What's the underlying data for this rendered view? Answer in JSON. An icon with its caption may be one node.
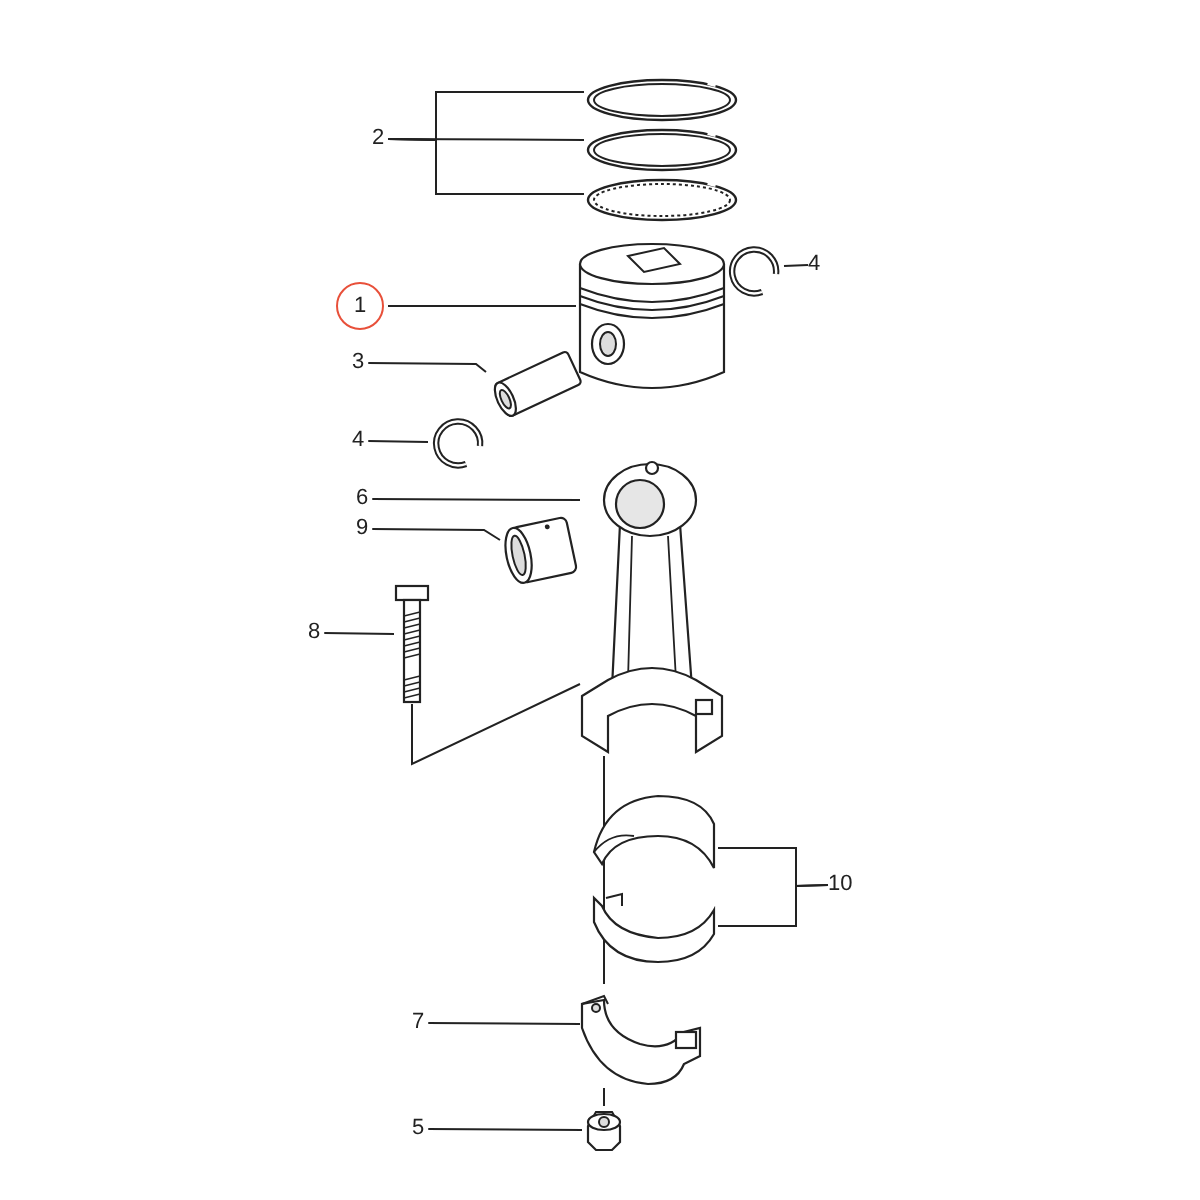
{
  "diagram": {
    "nodes": [
      {
        "text": [
          "2"
        ]
      },
      {
        "text": [],
        "shape": "picture"
      },
      {
        "text": [],
        "shape": "picture"
      },
      {
        "text": [],
        "shape": "picture"
      },
      {
        "text": [
          "4"
        ]
      },
      {
        "text": [],
        "shape": "picture"
      },
      {
        "text": [
          "1"
        ]
      },
      {
        "text": [],
        "shape": "picture"
      },
      {
        "text": [
          "3"
        ]
      },
      {
        "text": [],
        "shape": "picture"
      },
      {
        "text": [
          "4"
        ]
      },
      {
        "text": [],
        "shape": "picture"
      },
      {
        "text": [
          "6"
        ]
      },
      {
        "text": [],
        "shape": "picture"
      },
      {
        "text": [
          "9"
        ]
      },
      {
        "text": [],
        "shape": "picture"
      },
      {
        "text": [
          "8"
        ]
      },
      {
        "text": [],
        "shape": "picture"
      },
      {
        "text": [],
        "shape": "picture"
      },
      {
        "text": [],
        "shape": "picture"
      },
      {
        "text": [
          "10"
        ]
      },
      {
        "text": [
          "7"
        ]
      },
      {
        "text": [],
        "shape": "picture"
      },
      {
        "text": [
          "5"
        ]
      },
      {
        "text": [],
        "shape": "picture"
      }
    ],
    "edges": [
      {
        "from": 0,
        "to": 1,
        "arrow": "none"
      },
      {
        "from": 0,
        "to": 2,
        "arrow": "none"
      },
      {
        "from": 0,
        "to": 3,
        "arrow": "none"
      },
      {
        "from": 4,
        "to": 5,
        "arrow": "none"
      },
      {
        "from": 6,
        "to": 7,
        "arrow": "none"
      },
      {
        "from": 8,
        "to": 9,
        "arrow": "none"
      },
      {
        "from": 10,
        "to": 11,
        "arrow": "none"
      },
      {
        "from": 12,
        "to": 13,
        "arrow": "none"
      },
      {
        "from": 14,
        "to": 15,
        "arrow": "none"
      },
      {
        "from": 16,
        "to": 17,
        "arrow": "none"
      },
      {
        "from": 17,
        "to": 13,
        "arrow": "none"
      },
      {
        "from": 13,
        "to": 22,
        "arrow": "none"
      },
      {
        "from": 20,
        "to": 18,
        "arrow": "none"
      },
      {
        "from": 20,
        "to": 19,
        "arrow": "none"
      },
      {
        "from": 21,
        "to": 22,
        "arrow": "none"
      },
      {
        "from": 22,
        "to": 24,
        "arrow": "none"
      },
      {
        "from": 23,
        "to": 24,
        "arrow": "none"
      }
    ]
  }
}
